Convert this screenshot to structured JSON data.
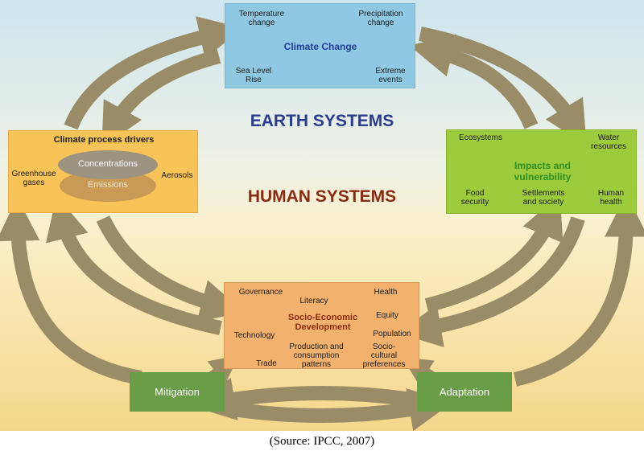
{
  "colors": {
    "sky_top": "#cfe6ee",
    "ground_bottom": "#f4d98e",
    "arrow": "#9a8c67",
    "climate_box": "#8ec8e2",
    "drivers_box": "#f8c458",
    "impacts_box": "#9ccb3b",
    "socio_box": "#f2b26e",
    "response_box": "#6a9d48",
    "earth_text": "#2b3b8f",
    "human_text": "#8a2a12",
    "climate_title": "#1f3c9a",
    "impacts_title": "#2e8f25",
    "socio_title": "#8b2d10"
  },
  "labels": {
    "earth_systems": "EARTH SYSTEMS",
    "human_systems": "HUMAN SYSTEMS"
  },
  "climate_change": {
    "title": "Climate Change",
    "temperature": "Temperature\nchange",
    "precipitation": "Precipitation\nchange",
    "sea_level": "Sea Level\nRise",
    "extreme": "Extreme\nevents"
  },
  "drivers": {
    "title": "Climate process drivers",
    "concentrations": "Concentrations",
    "emissions": "Emissions",
    "greenhouse": "Greenhouse\ngases",
    "aerosols": "Aerosols"
  },
  "impacts": {
    "title": "Impacts and\nvulnerability",
    "ecosystems": "Ecosystems",
    "water": "Water\nresources",
    "food": "Food\nsecurity",
    "settlements": "Settlements\nand society",
    "health": "Human\nhealth"
  },
  "socio": {
    "title": "Socio-Economic\nDevelopment",
    "governance": "Governance",
    "literacy": "Literacy",
    "health": "Health",
    "equity": "Equity",
    "technology": "Technology",
    "population": "Population",
    "production": "Production and\nconsumption\npatterns",
    "sociocultural": "Socio-\ncultural\npreferences",
    "trade": "Trade"
  },
  "mitigation": "Mitigation",
  "adaptation": "Adaptation",
  "caption": "(Source: IPCC, 2007)"
}
